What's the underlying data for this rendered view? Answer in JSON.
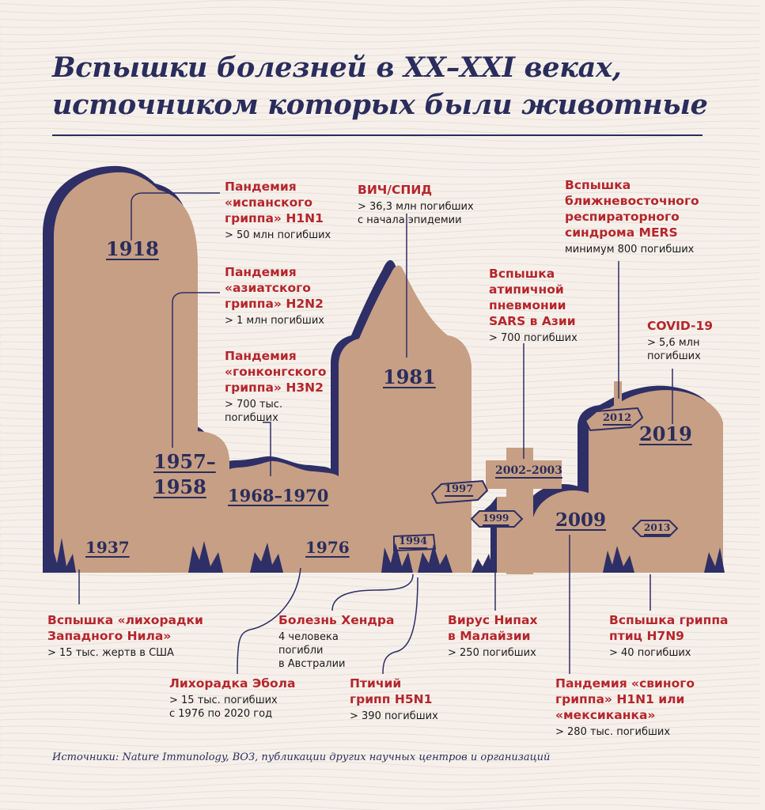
{
  "title": {
    "line1": "Вспышки болезней в XX–XXI веках,",
    "line2": "источником которых были животные"
  },
  "sources": "Источники: Nature Immunology, ВОЗ, публикации других научных центров и организаций",
  "colors": {
    "stone": "#c79f84",
    "shadow": "#2e2f66",
    "heading": "#b5262c",
    "ink": "#2a2d5c",
    "background": "#f6f0eb"
  },
  "events": [
    {
      "year": "1918",
      "name": [
        "Пандемия",
        "«испанского",
        "гриппа» H1N1"
      ],
      "detail": [
        "> 50 млн погибших"
      ]
    },
    {
      "year": "1957–1958",
      "year_lines": [
        "1957–",
        "1958"
      ],
      "name": [
        "Пандемия",
        "«азиатского",
        "гриппа» H2N2"
      ],
      "detail": [
        "> 1 млн погибших"
      ]
    },
    {
      "year": "1968–1970",
      "name": [
        "Пандемия",
        "«гонконгского",
        "гриппа» H3N2"
      ],
      "detail": [
        "> 700 тыс.",
        "погибших"
      ]
    },
    {
      "year": "1981",
      "name": [
        "ВИЧ/СПИД"
      ],
      "detail": [
        "> 36,3 млн погибших",
        "с начала эпидемии"
      ]
    },
    {
      "year": "2002–2003",
      "name": [
        "Вспышка",
        "атипичной",
        "пневмонии",
        "SARS в Азии"
      ],
      "detail": [
        "> 700 погибших"
      ]
    },
    {
      "year": "2012",
      "name": [
        "Вспышка",
        "ближневосточного",
        "респираторного",
        "синдрома MERS"
      ],
      "detail": [
        "минимум 800 погибших"
      ]
    },
    {
      "year": "2019",
      "name": [
        "COVID-19"
      ],
      "detail": [
        "> 5,6 млн",
        "погибших"
      ]
    },
    {
      "year": "1937",
      "name": [
        "Вспышка «лихорадки",
        "Западного Нила»"
      ],
      "detail": [
        "> 15 тыс. жертв в США"
      ]
    },
    {
      "year": "1976",
      "name": [
        "Лихорадка Эбола"
      ],
      "detail": [
        "> 15 тыс. погибших",
        "с 1976 по 2020 год"
      ]
    },
    {
      "year": "1994",
      "name": [
        "Болезнь Хендра"
      ],
      "detail": [
        "4 человека",
        "погибли",
        "в Австралии"
      ]
    },
    {
      "year": "1997",
      "name": [
        "Птичий",
        "грипп H5N1"
      ],
      "detail": [
        "> 390 погибших"
      ]
    },
    {
      "year": "1999",
      "name": [
        "Вирус Нипах",
        "в Малайзии"
      ],
      "detail": [
        "> 250 погибших"
      ]
    },
    {
      "year": "2009",
      "name": [
        "Пандемия «свиного",
        "гриппа» H1N1 или",
        "«мексиканка»"
      ],
      "detail": [
        "> 280 тыс. погибших"
      ]
    },
    {
      "year": "2013",
      "name": [
        "Вспышка гриппа",
        "птиц H7N9"
      ],
      "detail": [
        "> 40 погибших"
      ]
    }
  ]
}
